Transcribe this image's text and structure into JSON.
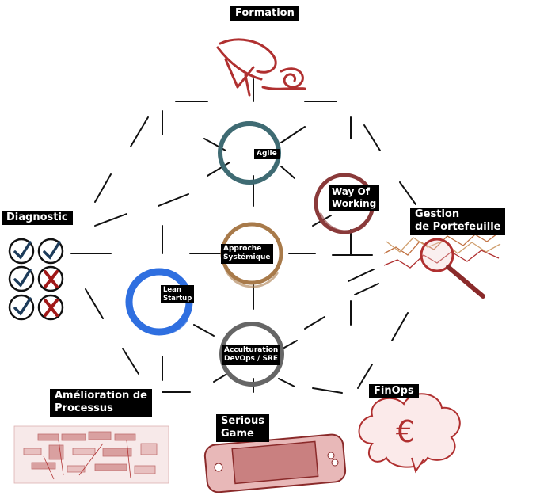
{
  "outer_labels": {
    "formation": "Formation",
    "diagnostic": "Diagnostic",
    "gestion_line1": "Gestion",
    "gestion_line2": "de Portefeuille",
    "finops": "FinOps",
    "amelioration_line1": "Amélioration de",
    "amelioration_line2": "Processus",
    "serious_line1": "Serious",
    "serious_line2": "Game"
  },
  "circle_labels": {
    "agile": "Agile",
    "wow_line1": "Way Of",
    "wow_line2": "Working",
    "approche_line1": "Approche",
    "approche_line2": "Systémique",
    "lean_line1": "Lean",
    "lean_line2": "Startup",
    "accult_line1": "Acculturation",
    "accult_line2": "DevOps / SRE"
  },
  "icons": {
    "euro_symbol": "€"
  },
  "colors": {
    "agile": "#3f6b73",
    "way_of_working": "#8a3a3a",
    "approche": "#a87a4a",
    "lean": "#2f6fe0",
    "acculturation": "#666666",
    "sketch_red": "#b03030",
    "check_blue": "#1c3b5a",
    "cross_red": "#a01818"
  }
}
